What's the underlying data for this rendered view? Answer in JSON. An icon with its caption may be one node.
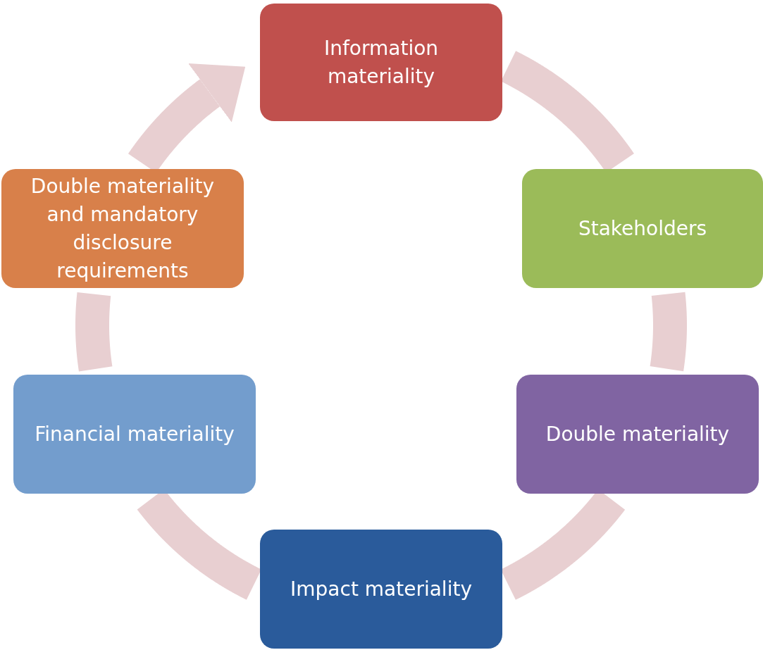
{
  "diagram": {
    "nodes": [
      {
        "text": [
          "Information materiality"
        ]
      },
      {
        "text": [
          "Stakeholders"
        ]
      },
      {
        "text": [
          "Double materiality"
        ]
      },
      {
        "text": [
          "Impact materiality"
        ]
      },
      {
        "text": [
          "Financial materiality"
        ]
      },
      {
        "text": [
          "Double materiality and mandatory disclosure requirements"
        ]
      }
    ],
    "edges": [
      {
        "from": 0,
        "to": 1,
        "arrow": "none"
      },
      {
        "from": 1,
        "to": 2,
        "arrow": "none"
      },
      {
        "from": 2,
        "to": 3,
        "arrow": "none"
      },
      {
        "from": 3,
        "to": 4,
        "arrow": "none"
      },
      {
        "from": 4,
        "to": 5,
        "arrow": "none"
      },
      {
        "from": 5,
        "to": 0,
        "arrow": "to"
      }
    ]
  }
}
